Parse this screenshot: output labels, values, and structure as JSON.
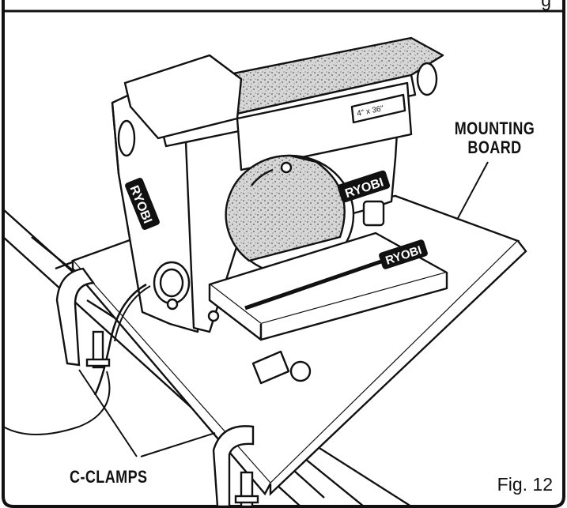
{
  "labels": {
    "mounting_board": "MOUNTING\nBOARD",
    "c_clamps": "C-CLAMPS",
    "tool_brand": "RYOBI",
    "belt_marking": "4\" x 36\""
  },
  "caption": "Fig. 12",
  "top_fragment": "g",
  "colors": {
    "line": "#111111",
    "paper": "#ffffff",
    "abrasive_light": "#d6d6d6",
    "abrasive_dark": "#9a9a9a"
  }
}
